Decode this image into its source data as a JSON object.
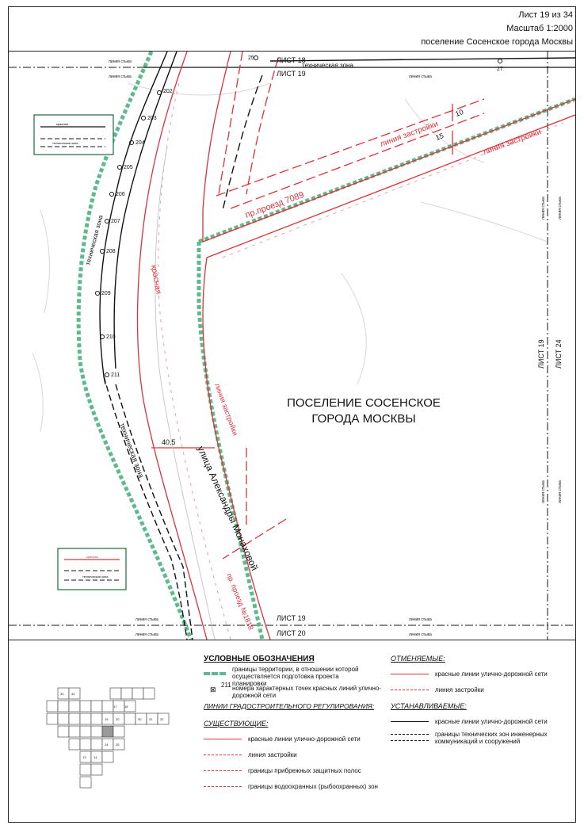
{
  "header": {
    "sheet": "Лист 19 из 34",
    "scale": "Масштаб 1:2000",
    "area": "поселение Сосенское города Москвы"
  },
  "map": {
    "settlement_line1": "ПОСЕЛЕНИЕ СОСЕНСКОЕ",
    "settlement_line2": "ГОРОДА МОСКВЫ",
    "street_name": "улица Александры Монаховой",
    "passage_7089": "пр.проезд 7089",
    "passage_1818": "пр. проезд №1818",
    "tech_zone_label": "техническая зона",
    "building_line_label": "линия застройки",
    "red_line_label": "красная",
    "dim_40_5": "40,5",
    "dim_10": "10",
    "dim_15": "15",
    "sheet_18": "ЛИСТ 18",
    "sheet_19": "ЛИСТ 19",
    "sheet_20": "ЛИСТ 20",
    "sheet_24": "ЛИСТ 24",
    "joint_line": "линия стыка",
    "inset_red": "красная",
    "inset_tech": "техническая зона",
    "points": [
      "25",
      "27",
      "202",
      "203",
      "204",
      "205",
      "206",
      "207",
      "208",
      "209",
      "210",
      "211"
    ],
    "colors": {
      "red": "#e0303a",
      "green": "#5dba8c",
      "black": "#111111",
      "pink": "#e8a0a8"
    }
  },
  "legend": {
    "title": "УСЛОВНЫЕ ОБОЗНАЧЕНИЯ",
    "territory": "границы территории, в отношении которой осуществляется подготовка проекта планировки",
    "point_number": "211",
    "point_text": "номера характерных точек красных линий улично-дорожной сети",
    "regulation_title": "ЛИНИИ ГРАДОСТРОИТЕЛЬНОГО РЕГУЛИРОВАНИЯ:",
    "existing": "СУЩЕСТВУЮЩИЕ:",
    "existing_red": "красные линии улично-дорожной сети",
    "existing_build": "линия застройки",
    "coastal": "границы прибрежных защитных полос",
    "water": "границы водоохранных (рыбоохранных) зон",
    "cancelled": "ОТМЕНЯЕМЫЕ:",
    "cancelled_red": "красные линии улично-дорожной сети",
    "cancelled_build": "линия застройки",
    "established": "УСТАНАВЛИВАЕМЫЕ:",
    "established_red": "красные линии улично-дорожной сети",
    "established_tech": "границы технических зон инженерных коммуникаций и сооружений",
    "index_cells": [
      "13",
      "14",
      "15",
      "16",
      "17",
      "18",
      "19",
      "20",
      "21",
      "22",
      "23",
      "24",
      "25",
      "26",
      "27",
      "28",
      "29",
      "30",
      "31",
      "32",
      "33",
      "34"
    ]
  }
}
